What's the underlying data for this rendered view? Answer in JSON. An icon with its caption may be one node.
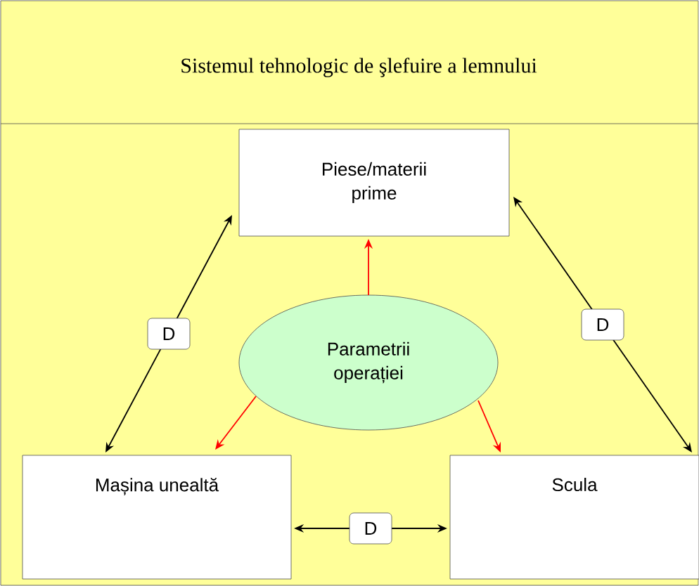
{
  "diagram": {
    "title": "Sistemul tehnologic de şlefuire a lemnului",
    "nodes": [
      {
        "text": [
          "Piese/materii prime"
        ]
      },
      {
        "text": [
          "Parametrii operației"
        ]
      },
      {
        "text": [
          "Mașina unealtă"
        ]
      },
      {
        "text": [
          "Scula"
        ]
      }
    ],
    "edges": [
      {
        "from": 2,
        "to": 0,
        "arrow": "both",
        "label": "D"
      },
      {
        "from": 0,
        "to": 3,
        "arrow": "both",
        "label": "D"
      },
      {
        "from": 2,
        "to": 3,
        "arrow": "both",
        "label": "D"
      },
      {
        "from": 1,
        "to": 0,
        "arrow": "to",
        "color": "#ff0000"
      },
      {
        "from": 1,
        "to": 2,
        "arrow": "to",
        "color": "#ff0000"
      },
      {
        "from": 1,
        "to": 3,
        "arrow": "to",
        "color": "#ff0000"
      }
    ]
  }
}
